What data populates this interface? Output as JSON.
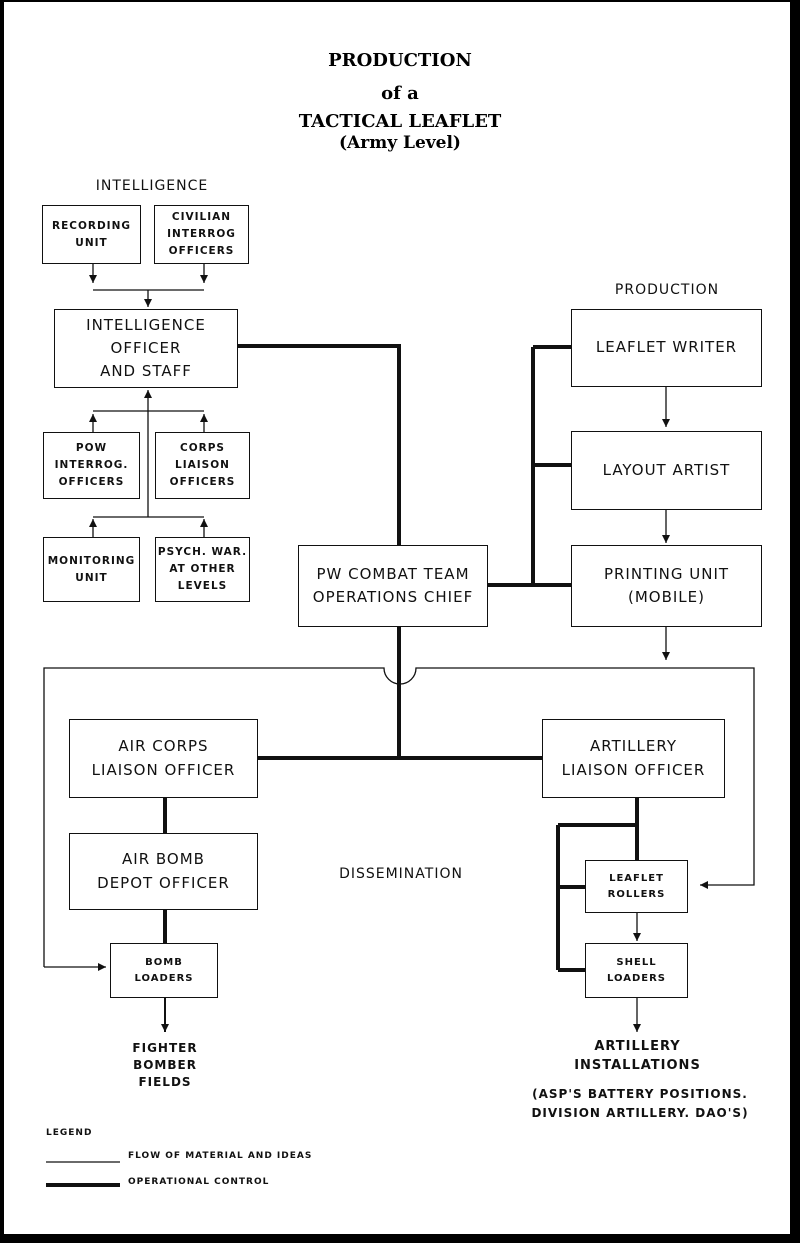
{
  "title": {
    "line1": "PRODUCTION",
    "line2": "of a",
    "line3": "TACTICAL LEAFLET",
    "line4": "(Army Level)"
  },
  "sections": {
    "intelligence": "INTELLIGENCE",
    "production": "PRODUCTION",
    "dissemination": "DISSEMINATION"
  },
  "boxes": {
    "recording_unit": "RECORDING\nUNIT",
    "civilian_interrog": "CIVILIAN\nINTERROG\nOFFICERS",
    "intel_officer": "INTELLIGENCE\nOFFICER\nAND STAFF",
    "pow_interrog": "POW\nINTERROG.\nOFFICERS",
    "corps_liaison": "CORPS\nLIAISON\nOFFICERS",
    "monitoring_unit": "MONITORING\nUNIT",
    "psych_war": "PSYCH. WAR.\nAT OTHER\nLEVELS",
    "pw_chief": "PW COMBAT TEAM\nOPERATIONS CHIEF",
    "leaflet_writer": "LEAFLET WRITER",
    "layout_artist": "LAYOUT ARTIST",
    "printing_unit": "PRINTING UNIT\n(MOBILE)",
    "air_corps": "AIR CORPS\nLIAISON OFFICER",
    "artillery_liaison": "ARTILLERY\nLIAISON OFFICER",
    "air_bomb_depot": "AIR BOMB\nDEPOT OFFICER",
    "leaflet_rollers": "LEAFLET\nROLLERS",
    "bomb_loaders": "BOMB\nLOADERS",
    "shell_loaders": "SHELL\nLOADERS"
  },
  "outputs": {
    "fighter_bomber": "FIGHTER\nBOMBER\nFIELDS",
    "artillery_installations": "ARTILLERY\nINSTALLATIONS",
    "artillery_note": "(ASP'S BATTERY POSITIONS.\nDIVISION ARTILLERY. DAO'S)"
  },
  "legend": {
    "heading": "LEGEND",
    "thin": "FLOW OF MATERIAL AND IDEAS",
    "thick": "OPERATIONAL CONTROL"
  },
  "colors": {
    "ink": "#111111",
    "paper": "#ffffff",
    "frame": "#000000"
  }
}
